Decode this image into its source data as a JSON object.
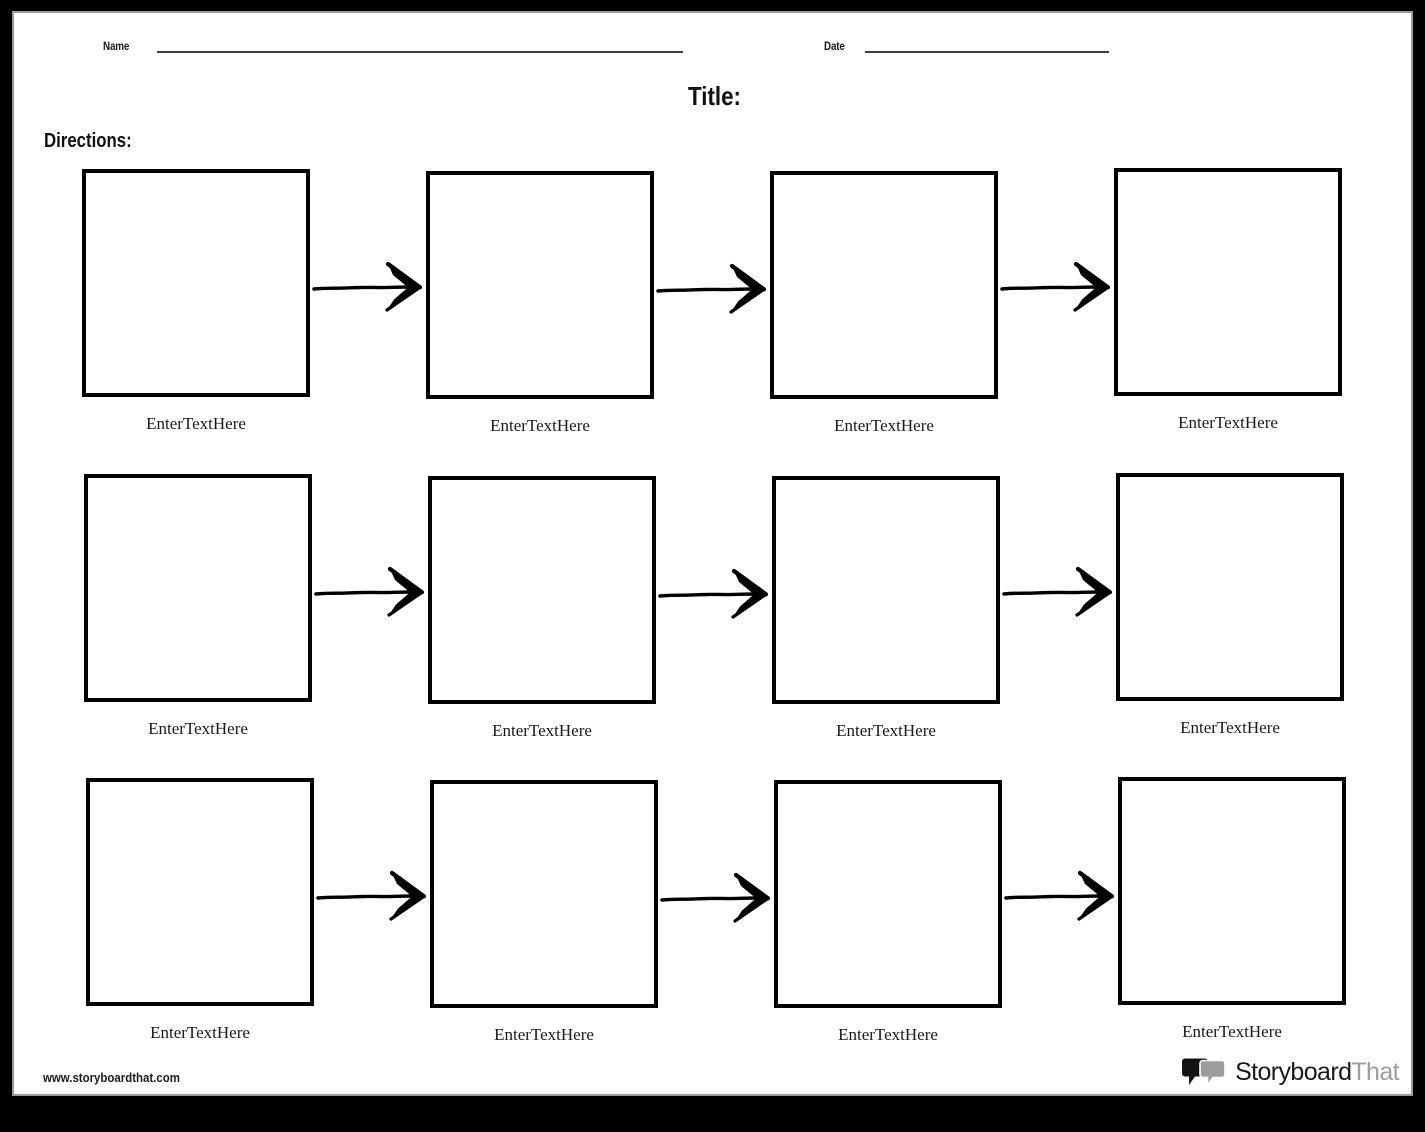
{
  "document": {
    "type": "worksheet-template",
    "title_label": "Title:",
    "directions_label": "Directions:"
  },
  "header": {
    "name_label": "Name",
    "name_value": "",
    "date_label": "Date",
    "date_value": ""
  },
  "grid": {
    "rows": 3,
    "columns": 4,
    "cells": [
      {
        "caption": "EnterTextHere"
      },
      {
        "caption": "EnterTextHere"
      },
      {
        "caption": "EnterTextHere"
      },
      {
        "caption": "EnterTextHere"
      },
      {
        "caption": "EnterTextHere"
      },
      {
        "caption": "EnterTextHere"
      },
      {
        "caption": "EnterTextHere"
      },
      {
        "caption": "EnterTextHere"
      },
      {
        "caption": "EnterTextHere"
      },
      {
        "caption": "EnterTextHere"
      },
      {
        "caption": "EnterTextHere"
      },
      {
        "caption": "EnterTextHere"
      }
    ]
  },
  "arrows": {
    "count": 9,
    "icon": "arrow-right-sketch-icon"
  },
  "footer": {
    "url": "www.storyboardthat.com",
    "logo_primary": "Storyboard",
    "logo_secondary": "That",
    "logo_icon": "speech-bubbles-icon"
  },
  "colors": {
    "frame": "#000000",
    "page": "#ffffff",
    "ink": "#000000",
    "rule": "#3e3e3e",
    "inner_border": "#9a9a9a",
    "logo_gray": "#9d9d9d"
  }
}
